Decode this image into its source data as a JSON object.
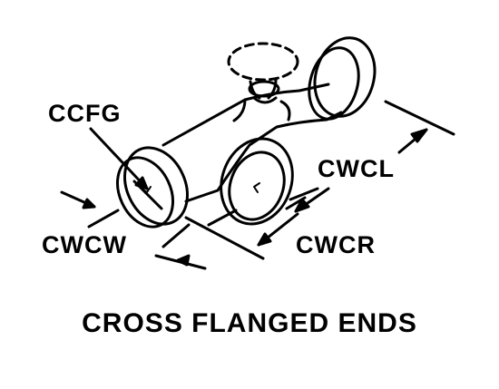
{
  "labels": {
    "ccfg": "CCFG",
    "cwcl": "CWCL",
    "cwcw": "CWCW",
    "cwcr": "CWCR"
  },
  "caption": "CROSS FLANGED ENDS",
  "colors": {
    "line": "#000000",
    "background": "#ffffff"
  }
}
